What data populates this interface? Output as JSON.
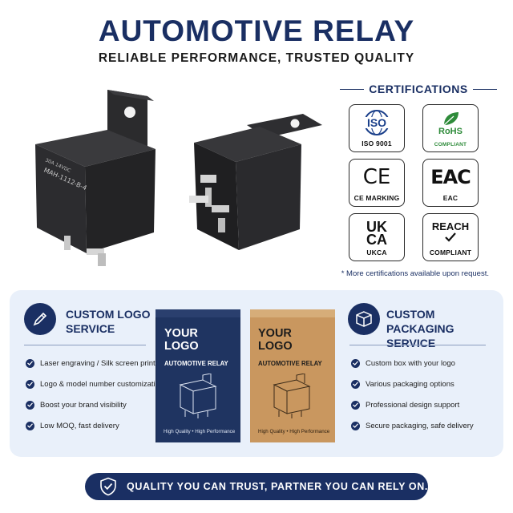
{
  "header": {
    "title": "AUTOMOTIVE RELAY",
    "subtitle": "RELIABLE PERFORMANCE, TRUSTED QUALITY"
  },
  "product": {
    "relay_marking_1": "30A  14VDC",
    "relay_marking_2": "MAH-1112-B-4"
  },
  "certifications": {
    "heading": "CERTIFICATIONS",
    "items": [
      {
        "logo_text": "ISO",
        "label": "ISO 9001"
      },
      {
        "logo_text": "RoHS",
        "label": "COMPLIANT"
      },
      {
        "logo_text": "CE",
        "label": "CE MARKING"
      },
      {
        "logo_text": "EAC",
        "label": "EAC"
      },
      {
        "logo_text_1": "UK",
        "logo_text_2": "CA",
        "label": "UKCA"
      },
      {
        "logo_text": "REACH",
        "label": "COMPLIANT"
      }
    ],
    "note": "* More certifications available upon request."
  },
  "custom_logo": {
    "title": "CUSTOM LOGO SERVICE",
    "bullets": [
      "Laser engraving / Silk screen printing",
      "Logo & model number customization",
      "Boost your brand visibility",
      "Low MOQ, fast delivery"
    ]
  },
  "custom_packaging": {
    "title": "CUSTOM PACKAGING SERVICE",
    "bullets": [
      "Custom box with your logo",
      "Various packaging options",
      "Professional design support",
      "Secure packaging, safe delivery"
    ]
  },
  "boxes": [
    {
      "logo": "YOUR LOGO",
      "subtitle": "AUTOMOTIVE RELAY",
      "footer": "High Quality • High Performance"
    },
    {
      "logo": "YOUR LOGO",
      "subtitle": "AUTOMOTIVE RELAY",
      "footer": "High Quality • High Performance"
    }
  ],
  "banner": {
    "text": "QUALITY YOU CAN TRUST, PARTNER YOU CAN RELY ON."
  },
  "colors": {
    "navy": "#1a2f63",
    "panel_bg": "#e9f0fa",
    "rohs_green": "#2e8b3a",
    "kraft": "#c9975f"
  }
}
